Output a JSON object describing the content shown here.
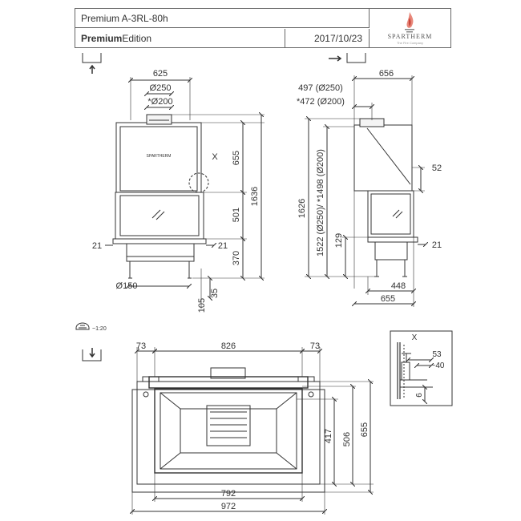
{
  "title_block": {
    "model": "Premium A-3RL-80h",
    "edition_bold": "Premium",
    "edition_rest": "Edition",
    "date": "2017/10/23",
    "brand": "SPARTHERM",
    "brand_sub": "The Fire Company"
  },
  "front_view": {
    "width": "625",
    "flue_250": "Ø250",
    "flue_200": "*Ø200",
    "top_height": "655",
    "glass_height": "501",
    "total_height": "1636",
    "plinth": "370",
    "side_left": "21",
    "side_right": "21",
    "leg_diameter": "Ø150",
    "foot_105": "105",
    "foot_35": "35",
    "detail_mark": "X",
    "logo": "SPARTHERM"
  },
  "side_view": {
    "flue_offset_250": "497 (Ø250)",
    "flue_offset_200": "*472 (Ø200)",
    "top_depth": "656",
    "collar": "52",
    "total_height": "1626",
    "flue_height": "1522 (Ø250)/ *1498 (Ø200)",
    "dim_129": "129",
    "side_right": "21",
    "depth_448": "448",
    "depth_655": "655"
  },
  "plan_view": {
    "scale": "~1:20",
    "left_73": "73",
    "width_826": "826",
    "right_73": "73",
    "depth_417": "417",
    "depth_506": "506",
    "depth_655": "655",
    "width_792": "792",
    "width_972": "972"
  },
  "detail_view": {
    "mark": "X",
    "dim_53": "53",
    "dim_40": "~40",
    "dim_6": "6"
  }
}
